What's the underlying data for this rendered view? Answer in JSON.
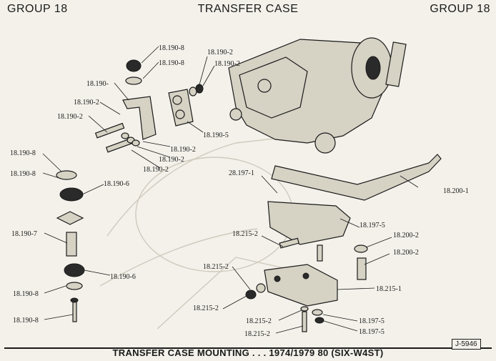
{
  "header": {
    "left": "GROUP 18",
    "center": "TRANSFER CASE",
    "right": "GROUP 18"
  },
  "caption": "TRANSFER CASE MOUNTING . . . 1974/1979 80 (SIX-W4ST)",
  "reference": "J-5946",
  "labels": {
    "l01": "18.190-8",
    "l02": "18.190-8",
    "l03": "18.190-",
    "l04": "18.190-2",
    "l05": "18.190-2",
    "l06": "18.190-2",
    "l07": "18.190-2",
    "l08": "18.190-5",
    "l09": "18.190-2",
    "l10": "18.190-2",
    "l11": "18.190-2",
    "l12": "18.190-8",
    "l13": "18.190-8",
    "l14": "18.190-6",
    "l15": "18.190-7",
    "l16": "18.190-6",
    "l17": "18.190-8",
    "l18": "18.190-8",
    "l19": "28.197-1",
    "l20": "18.200-1",
    "l21": "18.215-2",
    "l22": "18.197-5",
    "l23": "18.200-2",
    "l24": "18.200-2",
    "l25": "18.215-2",
    "l26": "18.215-1",
    "l27": "18.215-2",
    "l28": "18.215-2",
    "l29": "18.197-5",
    "l30": "18.215-2",
    "l31": "18.197-5"
  }
}
